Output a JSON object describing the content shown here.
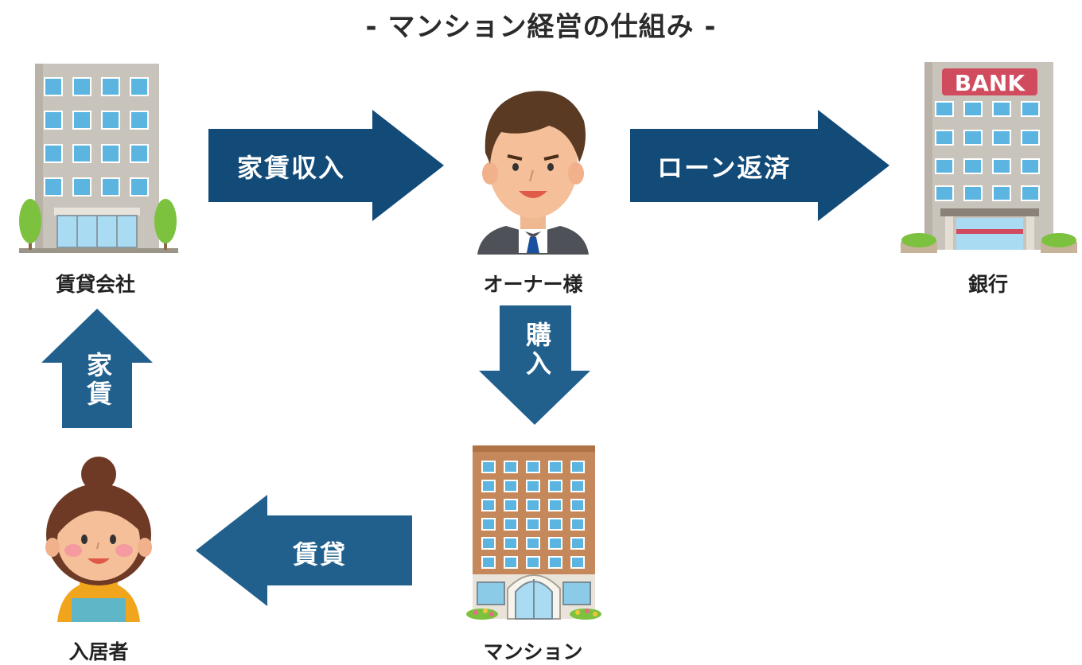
{
  "title": "- マンション経営の仕組み -",
  "nodes": {
    "rental_company": "賃貸会社",
    "owner": "オーナー様",
    "bank": "銀行",
    "tenant": "入居者",
    "mansion": "マンション"
  },
  "arrows": {
    "rent_income": "家賃収入",
    "loan_repayment": "ローン返済",
    "purchase": "購入",
    "rent": "家賃",
    "lease": "賃貸"
  },
  "bank_sign": "BANK",
  "colors": {
    "arrow_dark": "#124a78",
    "arrow_mid": "#21608c",
    "bank_sign": "#d14b5e"
  }
}
